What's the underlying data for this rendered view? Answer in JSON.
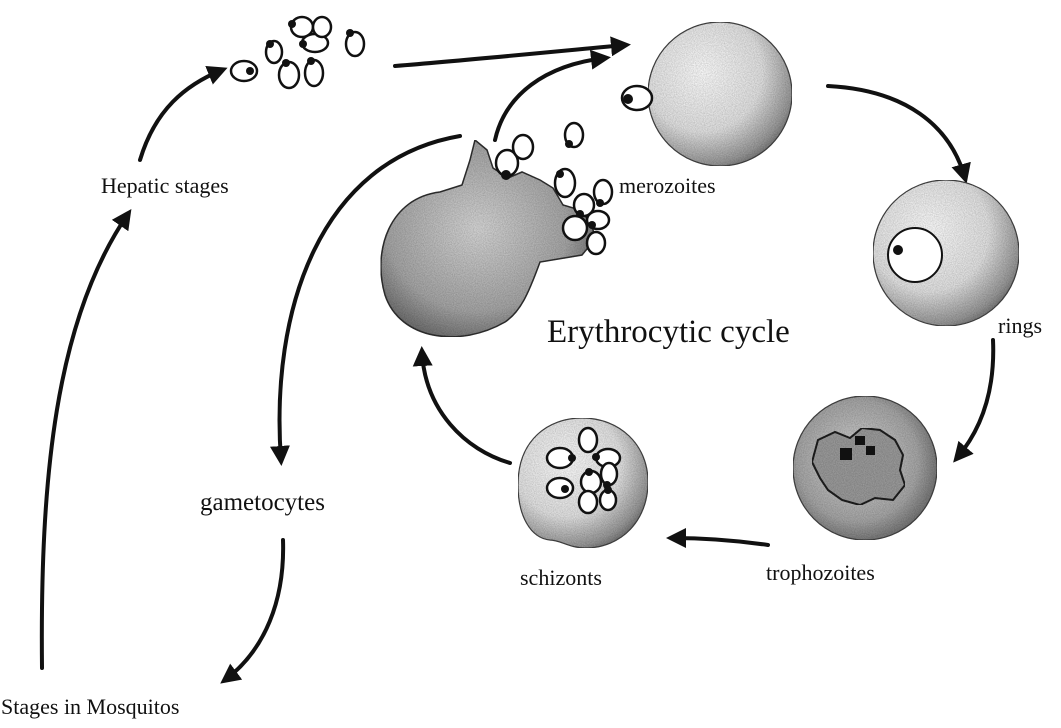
{
  "title": "Erythrocytic cycle",
  "labels": {
    "hepatic": "Hepatic stages",
    "merozoites": "merozoites",
    "rings": "rings",
    "trophozoites": "trophozoites",
    "schizonts": "schizonts",
    "gametocytes": "gametocytes",
    "mosquito": "Stages in Mosquitos"
  }
}
